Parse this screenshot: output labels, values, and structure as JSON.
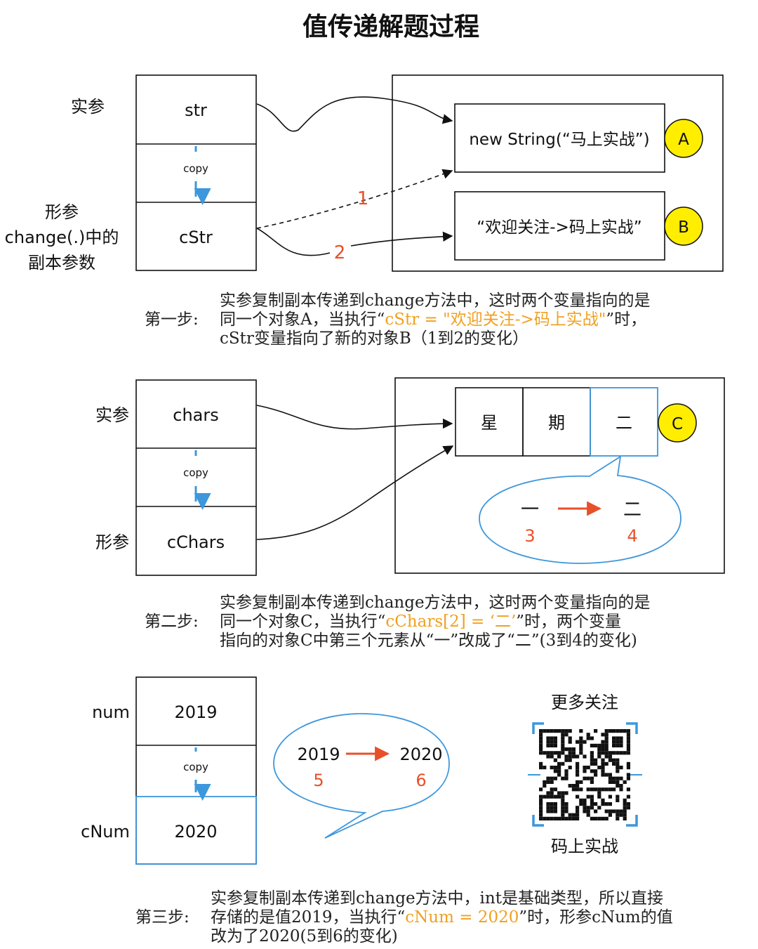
{
  "title": "值传递解题过程",
  "section1": {
    "actual_label": "实参",
    "formal_label_lines": [
      "形参",
      "change(.)中的",
      "副本参数"
    ],
    "top_cell": "str",
    "copy_label": "copy",
    "bottom_cell": "cStr",
    "obj_a_text": "new String(“马上实战”)",
    "obj_a_badge": "A",
    "obj_b_text": "“欢迎关注->码上实战”",
    "obj_b_badge": "B",
    "arrow1_label": "1",
    "arrow2_label": "2",
    "step_label": "第一步:",
    "desc_line1": "实参复制副本传递到change方法中，这时两个变量指向的是",
    "desc_line2_pre": "同一个对象A，当执行“",
    "desc_line2_hl": "cStr = \"欢迎关注->码上实战\"",
    "desc_line2_post": "”时，",
    "desc_line3": "cStr变量指向了新的对象B（1到2的变化）"
  },
  "section2": {
    "actual_label": "实参",
    "formal_label": "形参",
    "top_cell": "chars",
    "copy_label": "copy",
    "bottom_cell": "cChars",
    "array_cells": [
      "星",
      "期",
      "二"
    ],
    "badge": "C",
    "bubble_from": "一",
    "bubble_to": "二",
    "bubble_from_num": "3",
    "bubble_to_num": "4",
    "step_label": "第二步:",
    "desc_line1": "实参复制副本传递到change方法中，这时两个变量指向的是",
    "desc_line2_pre": "同一个对象C，当执行“",
    "desc_line2_hl": "cChars[2] = ‘二’",
    "desc_line2_post": "”时，两个变量",
    "desc_line3": "指向的对象C中第三个元素从“一”改成了“二”(3到4的变化)"
  },
  "section3": {
    "actual_label": "num",
    "formal_label": "cNum",
    "top_cell": "2019",
    "copy_label": "copy",
    "bottom_cell": "2020",
    "bubble_from": "2019",
    "bubble_to": "2020",
    "bubble_from_num": "5",
    "bubble_to_num": "6",
    "qr_top_label": "更多关注",
    "qr_bottom_label": "码上实战",
    "step_label": "第三步:",
    "desc_line1": "实参复制副本传递到change方法中，int是基础类型，所以直接",
    "desc_line2_pre": "存储的是值2019，当执行“",
    "desc_line2_hl": "cNum = 2020",
    "desc_line2_post": "”时，形参cNum的值",
    "desc_line3": "改为了2020(5到6的变化)"
  },
  "colors": {
    "red": "#e8502a",
    "blue": "#3d97dc",
    "yellow": "#ffee00",
    "highlight": "#f0a020"
  }
}
